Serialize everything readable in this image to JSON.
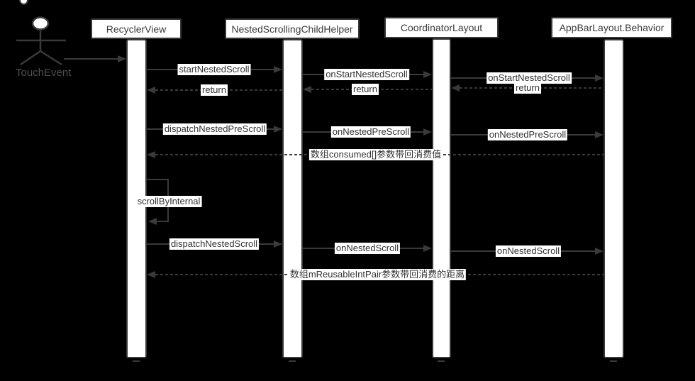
{
  "colors": {
    "background": "#000000",
    "line": "#3a3a3a",
    "box_fill": "#ffffff",
    "box_border": "#383838",
    "box_text": "#3b3b3b",
    "label_bg": "#ffffff",
    "label_text": "#333333",
    "actor_label_text": "#4f4f4f"
  },
  "actor": {
    "label": "TouchEvent"
  },
  "participants": [
    {
      "label": "RecyclerView"
    },
    {
      "label": "NestedScrollingChildHelper"
    },
    {
      "label": "CoordinatorLayout"
    },
    {
      "label": "AppBarLayout.Behavior"
    }
  ],
  "messages": {
    "start_nested_scroll": "startNestedScroll",
    "on_start_nested_scroll_1": "onStartNestedScroll",
    "on_start_nested_scroll_2": "onStartNestedScroll",
    "return_1": "return",
    "return_2": "return",
    "return_3": "return",
    "dispatch_nested_pre_scroll": "dispatchNestedPreScroll",
    "on_nested_pre_scroll_1": "onNestedPreScroll",
    "on_nested_pre_scroll_2": "onNestedPreScroll",
    "consumed_return": "数组consumed[]参数带回消费值",
    "scroll_by_internal": "scrollByInternal",
    "dispatch_nested_scroll": "dispatchNestedScroll",
    "on_nested_scroll_1": "onNestedScroll",
    "on_nested_scroll_2": "onNestedScroll",
    "reusable_int_pair_return": "数组mReusableIntPair参数带回消费的距离"
  }
}
